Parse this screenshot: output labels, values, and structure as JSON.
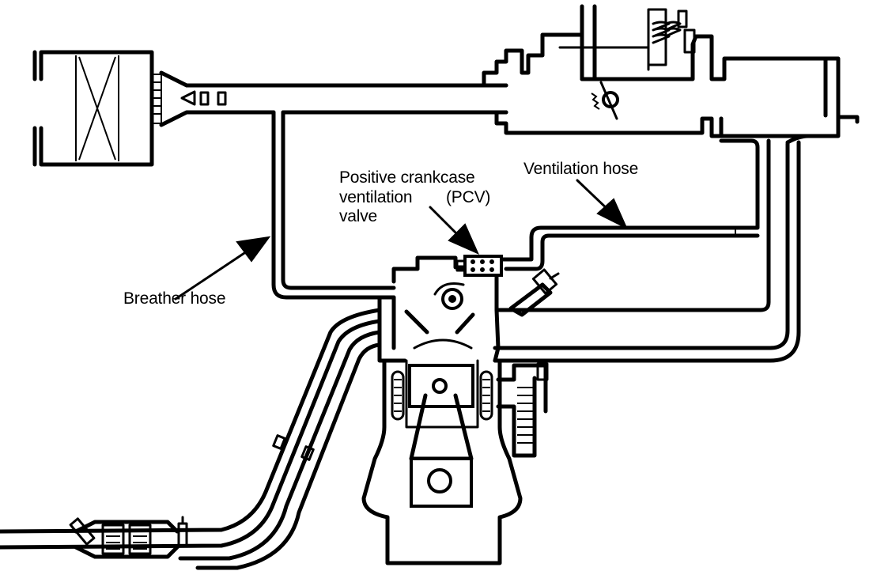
{
  "labels": {
    "breather_hose": "Breather hose",
    "ventilation_hose": "Ventilation hose",
    "pcv_line1": "Positive crankcase",
    "pcv_line2": "ventilation",
    "pcv_line3": "valve",
    "pcv_abbrev": "(PCV)"
  }
}
